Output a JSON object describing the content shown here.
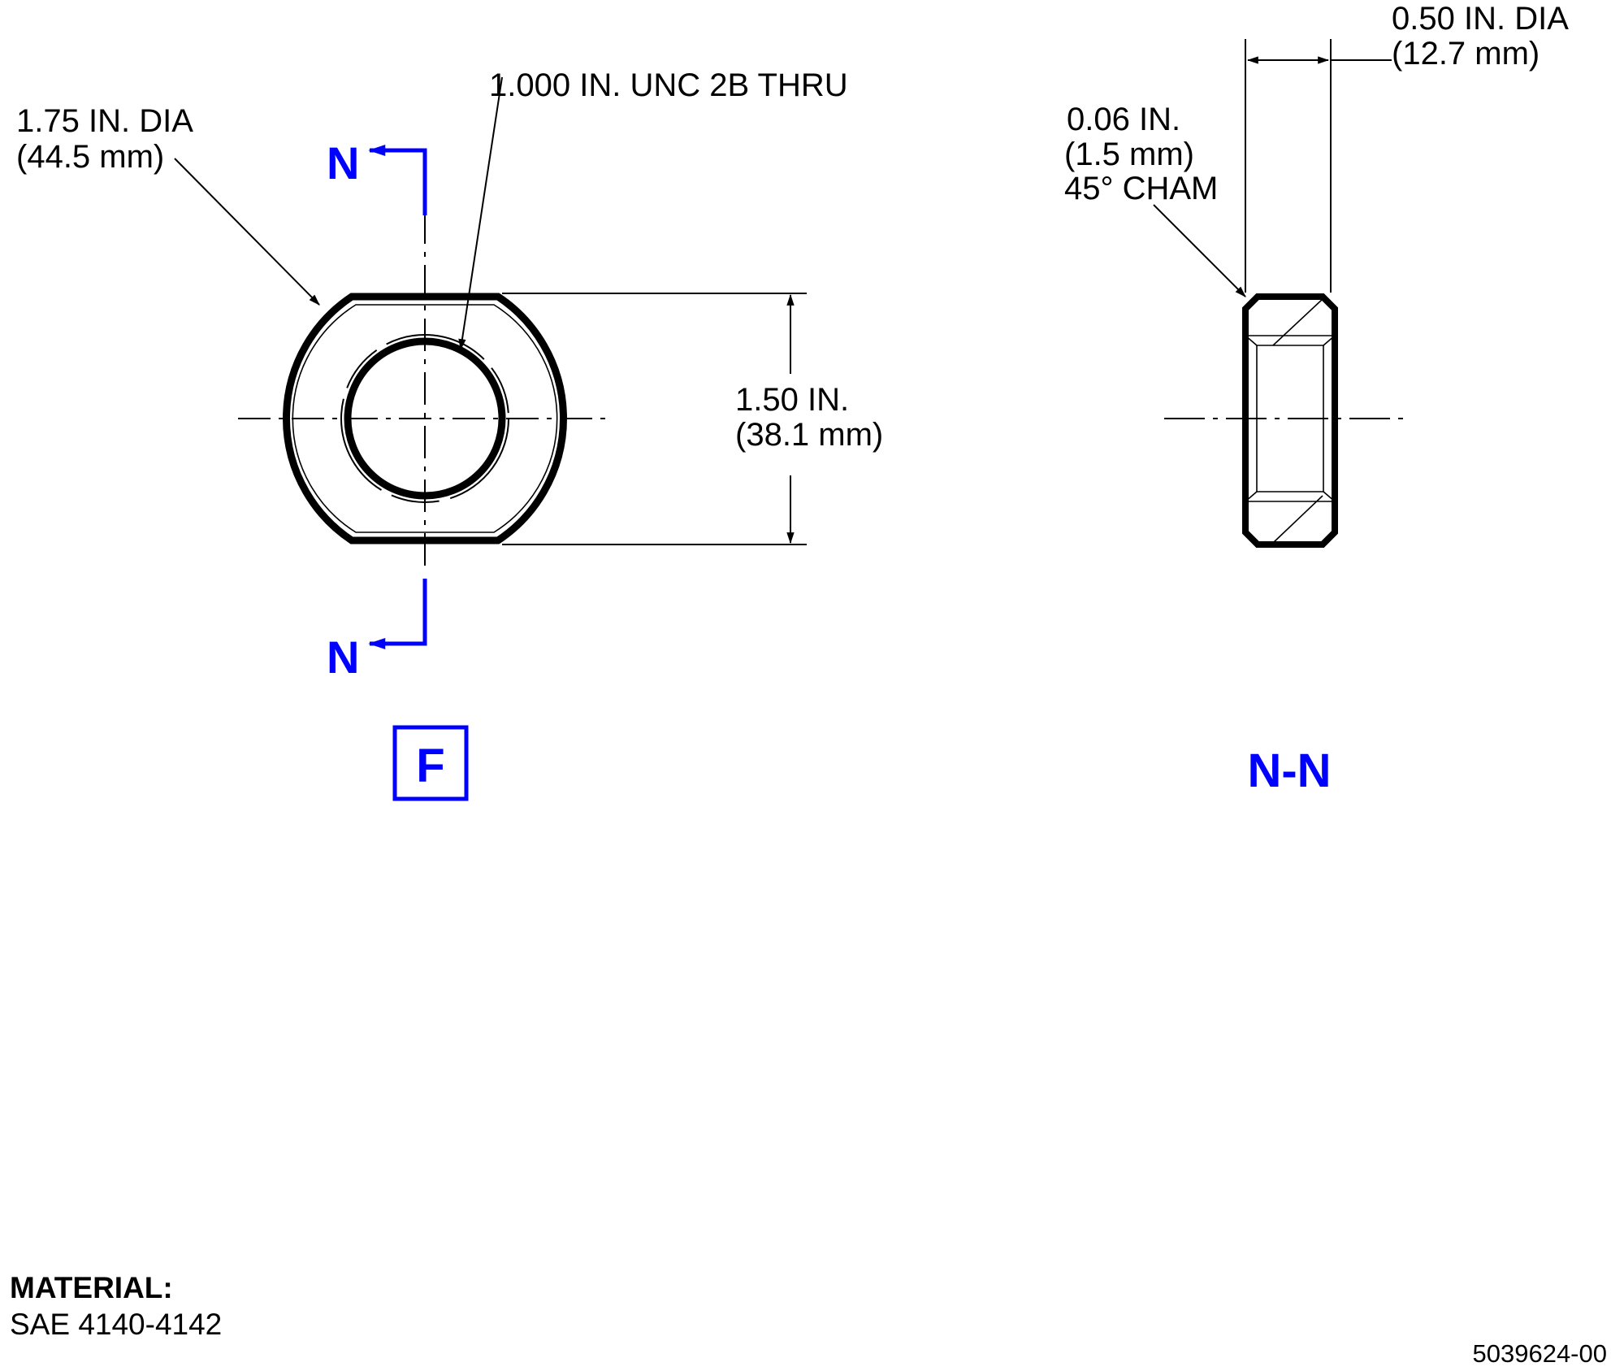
{
  "front_view": {
    "outer_dia_label": [
      "1.75 IN. DIA",
      "(44.5 mm)"
    ],
    "thread_label": "1.000 IN. UNC 2B THRU",
    "flats_label": [
      "1.50 IN.",
      "(38.1 mm)"
    ],
    "section_marker": "N",
    "view_id": "F"
  },
  "section_view": {
    "width_label": [
      "0.50 IN. DIA",
      "(12.7 mm)"
    ],
    "chamfer_label": [
      "0.06 IN.",
      "(1.5 mm)",
      "45° CHAM"
    ],
    "title": "N-N"
  },
  "material": {
    "heading": "MATERIAL:",
    "spec": "SAE 4140-4142"
  },
  "drawing_number": "5039624-00",
  "colors": {
    "section": "#0000ff",
    "line": "#000000"
  }
}
